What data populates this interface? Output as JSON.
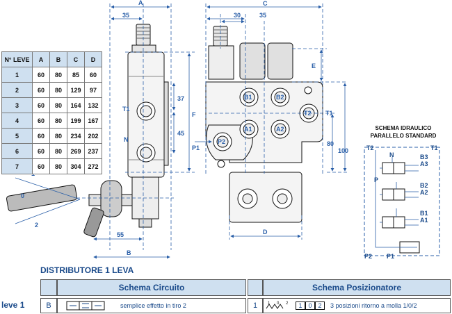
{
  "table": {
    "headers": [
      "N° LEVE",
      "A",
      "B",
      "C",
      "D"
    ],
    "rows": [
      [
        "1",
        "60",
        "80",
        "85",
        "60"
      ],
      [
        "2",
        "60",
        "80",
        "129",
        "97"
      ],
      [
        "3",
        "60",
        "80",
        "164",
        "132"
      ],
      [
        "4",
        "60",
        "80",
        "199",
        "167"
      ],
      [
        "5",
        "60",
        "80",
        "234",
        "202"
      ],
      [
        "6",
        "60",
        "80",
        "269",
        "237"
      ],
      [
        "7",
        "60",
        "80",
        "304",
        "272"
      ]
    ]
  },
  "drawing": {
    "dim_A": "A",
    "dim_35a": "35",
    "dim_E": "E",
    "dim_F": "F",
    "dim_37": "37",
    "dim_45": "45",
    "dim_55": "55",
    "dim_B": "B",
    "port_T1": "T1",
    "port_N": "N",
    "lever_1": "1",
    "lever_0": "0",
    "lever_2": "2",
    "dim_C": "C",
    "dim_35b": "35",
    "dim_30": "30",
    "dim_D": "D",
    "dim_80": "80",
    "dim_100": "100",
    "port_B1": "B1",
    "port_B2": "B2",
    "port_A1": "A1",
    "port_A2": "A2",
    "port_P2": "P2",
    "port_T2": "T2",
    "port_P1": "P1",
    "port_T1b": "T1"
  },
  "schema": {
    "title_line1": "SCHEMA IDRAULICO",
    "title_line2": "PARALLELO STANDARD",
    "T2": "T2",
    "T1": "T1",
    "N": "N",
    "P": "P",
    "B3": "B3",
    "A3": "A3",
    "B2": "B2",
    "A2": "A2",
    "B1": "B1",
    "A1": "A1",
    "P2": "P2",
    "P1": "P1"
  },
  "bottom": {
    "title": "DISTRIBUTORE 1 LEVA",
    "circuit_header": "Schema Circuito",
    "positioner_header": "Schema Posizionatore",
    "row_label": "leve 1",
    "circuit_code": "B",
    "circuit_text": "semplice effetto in tiro 2",
    "positioner_code": "1",
    "positioner_text": "3 posizioni ritorno a molla 1/0/2",
    "pos_digits": [
      "1",
      "0",
      "2"
    ]
  },
  "colors": {
    "accent": "#1a4a8a",
    "table_header": "#cfe0f0",
    "dimension": "#2a5fa8"
  }
}
